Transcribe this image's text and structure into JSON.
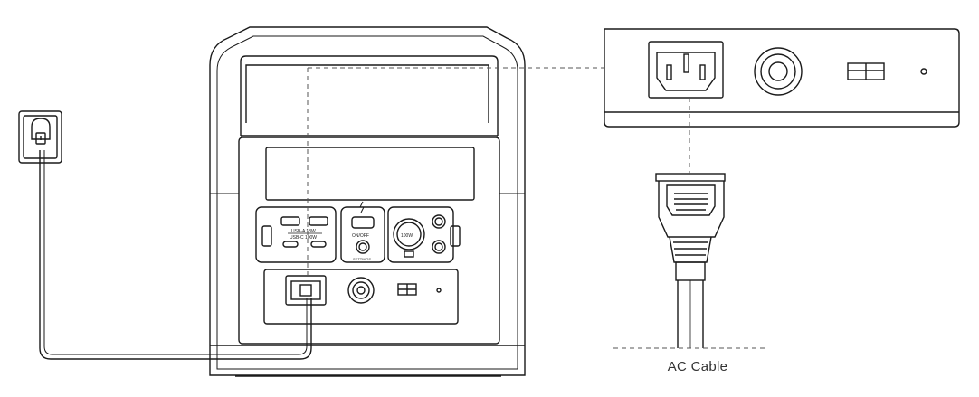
{
  "labels": {
    "ac_cable": "AC Cable",
    "on_off": "ON/OFF",
    "ac_output": "100W",
    "usb_a": "USB-A 18W",
    "usb_c": "USB-C 100W",
    "power_button_small": "SETTINGS"
  },
  "colors": {
    "stroke": "#1a1a1a",
    "dashed": "#555555",
    "background": "#ffffff"
  },
  "icons": [
    "wall-outlet-icon",
    "power-station-device",
    "ac-inlet-icon",
    "dc-input-icon",
    "anderson-port-icon",
    "ac-plug-icon",
    "power-button-icon",
    "lightning-icon"
  ]
}
